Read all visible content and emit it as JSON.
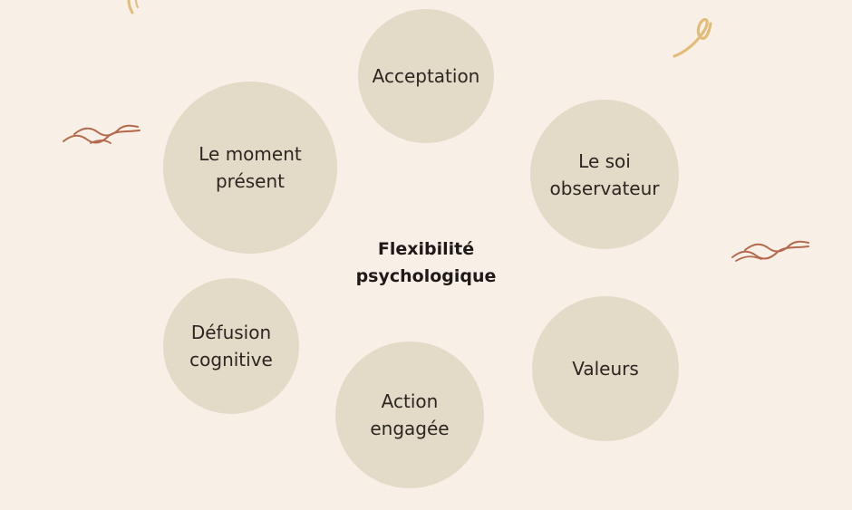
{
  "center": {
    "label": "Flexibilité\npsychologique"
  },
  "processes": [
    {
      "label": "Acceptation"
    },
    {
      "label": "Le moment\nprésent"
    },
    {
      "label": "Le soi\nobservateur"
    },
    {
      "label": "Défusion\ncognitive"
    },
    {
      "label": "Action\nengagée"
    },
    {
      "label": "Valeurs"
    }
  ],
  "colors": {
    "background": "#f8efe6",
    "bubble": "#e4dac8",
    "text": "#2c2621",
    "wave_accent": "#b5694c",
    "swirl_accent": "#e2bd7a"
  },
  "decorations": [
    {
      "icon": "wave-squiggle-icon"
    },
    {
      "icon": "wave-squiggle-icon"
    },
    {
      "icon": "loop-swirl-icon"
    },
    {
      "icon": "brush-stroke-icon"
    }
  ]
}
